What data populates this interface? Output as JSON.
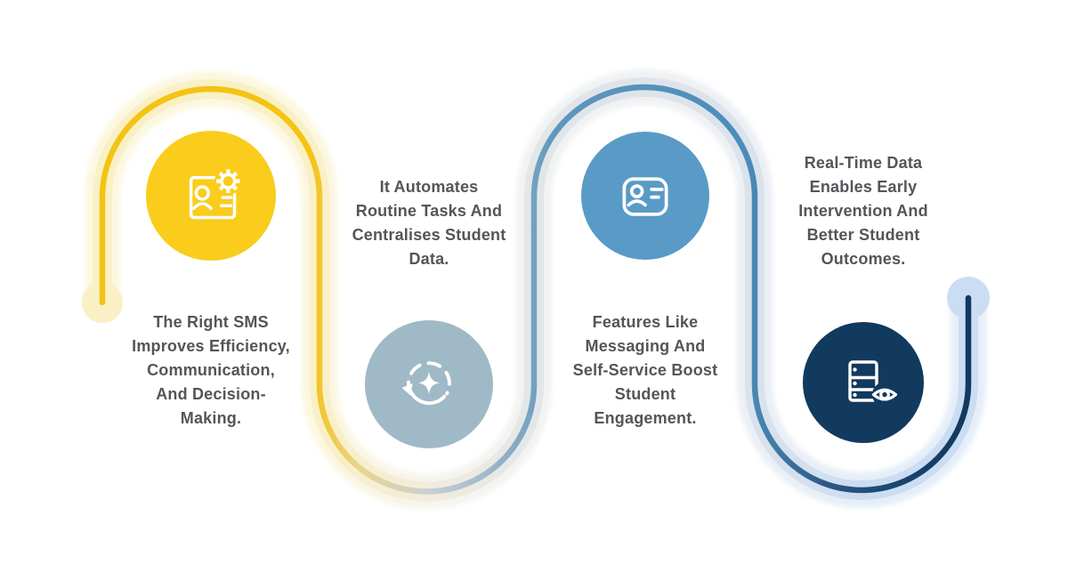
{
  "infographic_background": "#ffffff",
  "text_color": "#54555A",
  "path": {
    "description": "serpentine-timeline",
    "start_dot_color": "#FAF0C5",
    "end_dot_color": "#CBDDF2",
    "segment_colors": {
      "yellow": "#F4C313",
      "steel_blue": "#5E97BE",
      "navy": "#123A5E"
    },
    "band_colors": {
      "pale_yellow": "#FAF0C5",
      "pale_gray": "#E0E5E9",
      "pale_blue": "#CBDDF2"
    }
  },
  "steps": [
    {
      "icon": "id-card-gear-icon",
      "circle_color": "#FACC1C",
      "lines": [
        "The Right SMS",
        "Improves Efficiency,",
        "Communication,",
        "And Decision-",
        "Making."
      ]
    },
    {
      "icon": "sync-sparkle-icon",
      "circle_color": "#9FBAC6",
      "lines": [
        "It Automates",
        "Routine Tasks And",
        "Centralises Student",
        "Data."
      ]
    },
    {
      "icon": "id-badge-icon",
      "circle_color": "#599BC6",
      "lines": [
        "Features Like",
        "Messaging And",
        "Self-Service Boost",
        "Student",
        "Engagement."
      ]
    },
    {
      "icon": "server-eye-icon",
      "circle_color": "#123A5E",
      "lines": [
        "Real-Time Data",
        "Enables Early",
        "Intervention And",
        "Better Student",
        "Outcomes."
      ]
    }
  ]
}
